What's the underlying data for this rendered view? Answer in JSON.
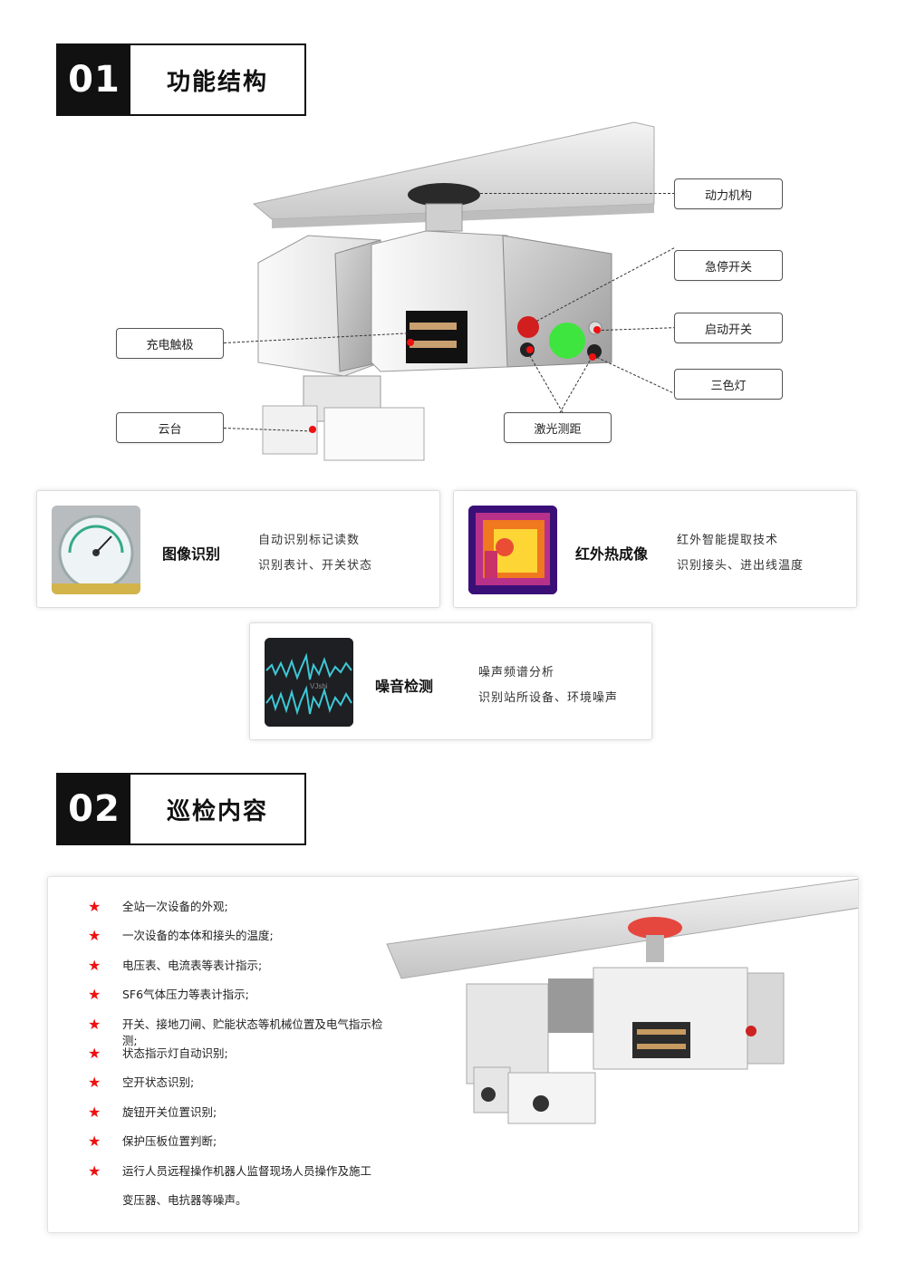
{
  "section1": {
    "number": "01",
    "title": "功能结构"
  },
  "section2": {
    "number": "02",
    "title": "巡检内容"
  },
  "callouts": {
    "power": "动力机构",
    "estop": "急停开关",
    "charge": "充电触极",
    "start": "启动开关",
    "tricolor": "三色灯",
    "ptz": "云台",
    "laser": "激光测距"
  },
  "features": [
    {
      "name": "图像识别",
      "desc1": "自动识别标记读数",
      "desc2": "识别表计、开关状态"
    },
    {
      "name": "红外热成像",
      "desc1": "红外智能提取技术",
      "desc2": "识别接头、进出线温度"
    },
    {
      "name": "噪音检测",
      "desc1": "噪声频谱分析",
      "desc2": "识别站所设备、环境噪声"
    }
  ],
  "gauge_label": "VJshi",
  "inspection_items": [
    "全站一次设备的外观;",
    "一次设备的本体和接头的温度;",
    "电压表、电流表等表计指示;",
    "SF6气体压力等表计指示;",
    "开关、接地刀闸、贮能状态等机械位置及电气指示检测;",
    "状态指示灯自动识别;",
    "空开状态识别;",
    "旋钮开关位置识别;",
    "保护压板位置判断;",
    "运行人员远程操作机器人监督现场人员操作及施工"
  ],
  "inspection_item_cont": "变压器、电抗器等噪声。",
  "colors": {
    "accent_red": "#e11111",
    "header_black": "#111111",
    "card_border": "#dddddd"
  }
}
